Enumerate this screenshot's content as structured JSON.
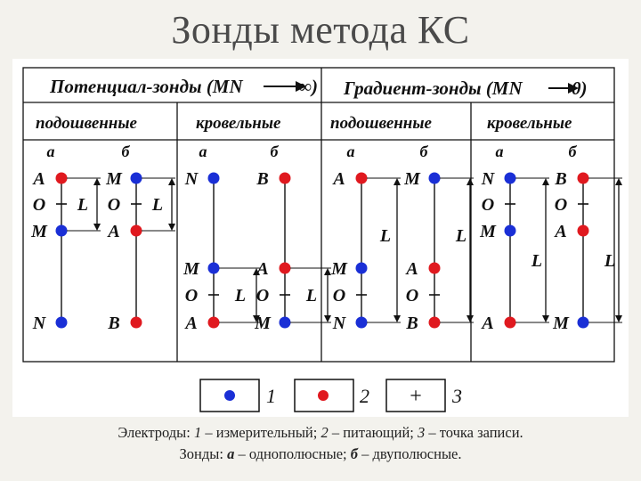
{
  "title": "Зонды метода КС",
  "headers": {
    "potential": "Потенциал-зонды (MN",
    "potential_limit": "∞)",
    "gradient": "Градиент-зонды (MN",
    "gradient_limit": "0)"
  },
  "subheaders": [
    "подошвенные",
    "кровельные",
    "подошвенные",
    "кровельные"
  ],
  "column_labels": [
    "а",
    "б",
    "а",
    "б",
    "а",
    "б",
    "а",
    "б"
  ],
  "distance_label": "L",
  "probes": [
    {
      "labels": [
        {
          "t": "A",
          "at": "top"
        },
        {
          "t": "O",
          "at": "mid"
        },
        {
          "t": "M",
          "at": "mid2"
        },
        {
          "t": "N",
          "at": "bottom"
        }
      ],
      "L_span": "top",
      "L_placement": "right"
    },
    {
      "labels": [
        {
          "t": "M",
          "at": "top"
        },
        {
          "t": "O",
          "at": "mid"
        },
        {
          "t": "A",
          "at": "mid2"
        },
        {
          "t": "B",
          "at": "bottom"
        }
      ],
      "L_span": "top",
      "L_placement": "right"
    },
    {
      "labels": [
        {
          "t": "N",
          "at": "top"
        },
        {
          "t": "M",
          "at": "lower_top"
        },
        {
          "t": "O",
          "at": "lower_mid"
        },
        {
          "t": "A",
          "at": "bottom"
        }
      ],
      "L_span": "bottom",
      "L_placement": "right"
    },
    {
      "labels": [
        {
          "t": "B",
          "at": "top"
        },
        {
          "t": "A",
          "at": "lower_top"
        },
        {
          "t": "O",
          "at": "lower_mid"
        },
        {
          "t": "M",
          "at": "bottom"
        }
      ],
      "L_span": "bottom",
      "L_placement": "right"
    },
    {
      "labels": [
        {
          "t": "A",
          "at": "top"
        },
        {
          "t": "M",
          "at": "lower_top"
        },
        {
          "t": "O",
          "at": "lower_mid"
        },
        {
          "t": "N",
          "at": "bottom"
        }
      ],
      "L_span": "full",
      "L_placement": "left"
    },
    {
      "labels": [
        {
          "t": "M",
          "at": "top"
        },
        {
          "t": "A",
          "at": "lower_top"
        },
        {
          "t": "O",
          "at": "lower_mid"
        },
        {
          "t": "B",
          "at": "bottom"
        }
      ],
      "L_span": "full",
      "L_placement": "right"
    },
    {
      "labels": [
        {
          "t": "N",
          "at": "top"
        },
        {
          "t": "O",
          "at": "mid"
        },
        {
          "t": "M",
          "at": "mid2"
        },
        {
          "t": "A",
          "at": "bottom"
        }
      ],
      "L_span": "full",
      "L_placement": "right"
    },
    {
      "labels": [
        {
          "t": "B",
          "at": "top"
        },
        {
          "t": "O",
          "at": "mid"
        },
        {
          "t": "A",
          "at": "mid2"
        },
        {
          "t": "M",
          "at": "bottom"
        }
      ],
      "L_span": "full",
      "L_placement": "right"
    }
  ],
  "electrodes": {
    "measuring_color": "#1a2fd6",
    "supply_color": "#e0191f"
  },
  "legend": [
    {
      "symbol": "blue-dot",
      "number": "1"
    },
    {
      "symbol": "red-dot",
      "number": "2"
    },
    {
      "symbol": "+",
      "number": "3"
    }
  ],
  "caption": {
    "line1_prefix": "Электроды: ",
    "n1": "1",
    "t1": " – измерительный; ",
    "n2": "2",
    "t2": " – питающий; ",
    "n3": "3",
    "t3": " – точка записи.",
    "line2_prefix": "Зонды: ",
    "a": "а",
    "ta": " – однополюсные; ",
    "b": "б",
    "tb": " – двуполюсные."
  }
}
